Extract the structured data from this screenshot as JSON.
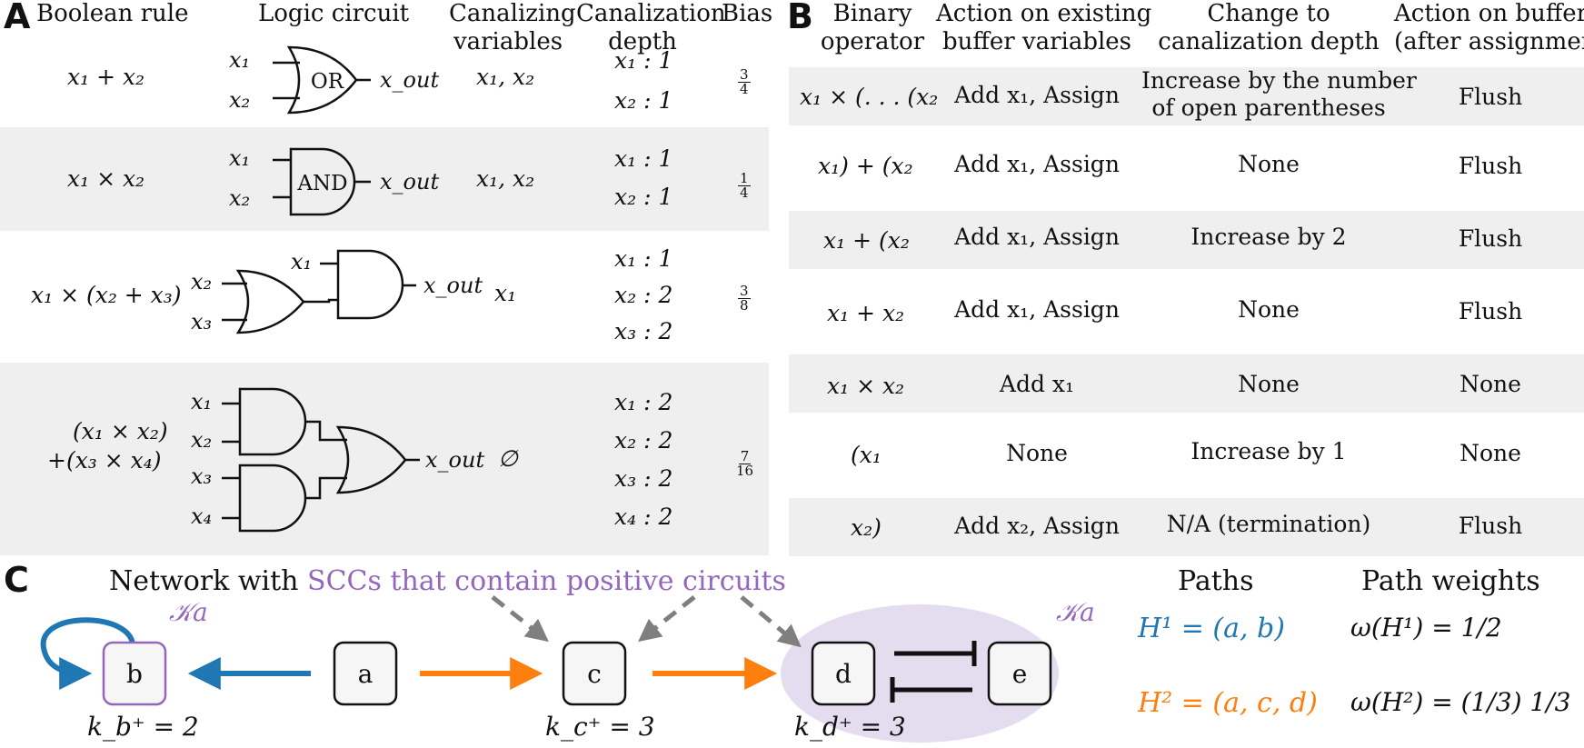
{
  "panelA": {
    "letter": "A",
    "headers": {
      "boolean_rule": "Boolean rule",
      "logic_circuit": "Logic circuit",
      "canalizing_variables": [
        "Canalizing",
        "variables"
      ],
      "canalization_depth": [
        "Canalization",
        "depth"
      ],
      "bias": "Bias"
    },
    "rows": [
      {
        "rule": "x₁ + x₂",
        "gate": "OR",
        "out": "x_out",
        "inputs": [
          "x₁",
          "x₂"
        ],
        "canalizing": "x₁, x₂",
        "depths": [
          "x₁ : 1",
          "x₂ : 1"
        ],
        "bias_num": "3",
        "bias_den": "4"
      },
      {
        "rule": "x₁ × x₂",
        "gate": "AND",
        "out": "x_out",
        "inputs": [
          "x₁",
          "x₂"
        ],
        "canalizing": "x₁, x₂",
        "depths": [
          "x₁ : 1",
          "x₂ : 1"
        ],
        "bias_num": "1",
        "bias_den": "4"
      },
      {
        "rule": "x₁ × (x₂ + x₃)",
        "out": "x_out",
        "inputs": [
          "x₁",
          "x₂",
          "x₃"
        ],
        "canalizing": "x₁",
        "depths": [
          "x₁ : 1",
          "x₂ : 2",
          "x₃ : 2"
        ],
        "bias_num": "3",
        "bias_den": "8"
      },
      {
        "rule_line1": "(x₁ × x₂)",
        "rule_line2": "+(x₃ × x₄)",
        "out": "x_out",
        "inputs": [
          "x₁",
          "x₂",
          "x₃",
          "x₄"
        ],
        "canalizing": "∅",
        "depths": [
          "x₁ : 2",
          "x₂ : 2",
          "x₃ : 2",
          "x₄ : 2"
        ],
        "bias_num": "7",
        "bias_den": "16"
      }
    ]
  },
  "panelB": {
    "letter": "B",
    "headers": {
      "operator": [
        "Binary",
        "operator"
      ],
      "action_existing": [
        "Action on existing",
        "buffer variables"
      ],
      "change_depth": [
        "Change to",
        "canalization depth"
      ],
      "action_buffer": [
        "Action on buffer",
        "(after assignment)"
      ]
    },
    "rows": [
      {
        "operator": "x₁ × (. . . (x₂",
        "action": "Add x₁, Assign",
        "change": [
          "Increase by the number",
          "of open parentheses"
        ],
        "buffer": "Flush"
      },
      {
        "operator": "x₁) + (x₂",
        "action": "Add x₁, Assign",
        "change": [
          "None"
        ],
        "buffer": "Flush"
      },
      {
        "operator": "x₁ + (x₂",
        "action": "Add x₁, Assign",
        "change": [
          "Increase by 2"
        ],
        "buffer": "Flush"
      },
      {
        "operator": "x₁ + x₂",
        "action": "Add x₁, Assign",
        "change": [
          "None"
        ],
        "buffer": "Flush"
      },
      {
        "operator": "x₁ × x₂",
        "action": "Add x₁",
        "change": [
          "None"
        ],
        "buffer": "None"
      },
      {
        "operator": "(x₁",
        "action": "None",
        "change": [
          "Increase by 1"
        ],
        "buffer": "None"
      },
      {
        "operator": "x₂)",
        "action": "Add x₂, Assign",
        "change": [
          "N/A (termination)"
        ],
        "buffer": "Flush"
      }
    ]
  },
  "panelC": {
    "letter": "C",
    "title_prefix": "Network with ",
    "title_highlight": "SCCs that contain positive circuits",
    "nodes": {
      "a": "a",
      "b": "b",
      "c": "c",
      "d": "d",
      "e": "e"
    },
    "scc_label": "𝒦a",
    "k_labels": {
      "b": "k_b⁺ = 2",
      "c": "k_c⁺ = 3",
      "d": "k_d⁺ = 3"
    },
    "paths_header": "Paths",
    "weights_header": "Path weights",
    "paths": [
      {
        "label": "H¹ = (a, b)",
        "weight": "ω(H¹) = 1/2",
        "color": "#1f77b4"
      },
      {
        "label": "H² = (a, c, d)",
        "weight": "ω(H²) = (1/3) 1/3",
        "color": "#ff7f0e"
      }
    ],
    "colors": {
      "blue": "#1f77b4",
      "orange": "#ff7f0e",
      "purple": "#9467bd",
      "scc_fill": "#e4dcef",
      "gray": "#7f7f7f"
    }
  }
}
